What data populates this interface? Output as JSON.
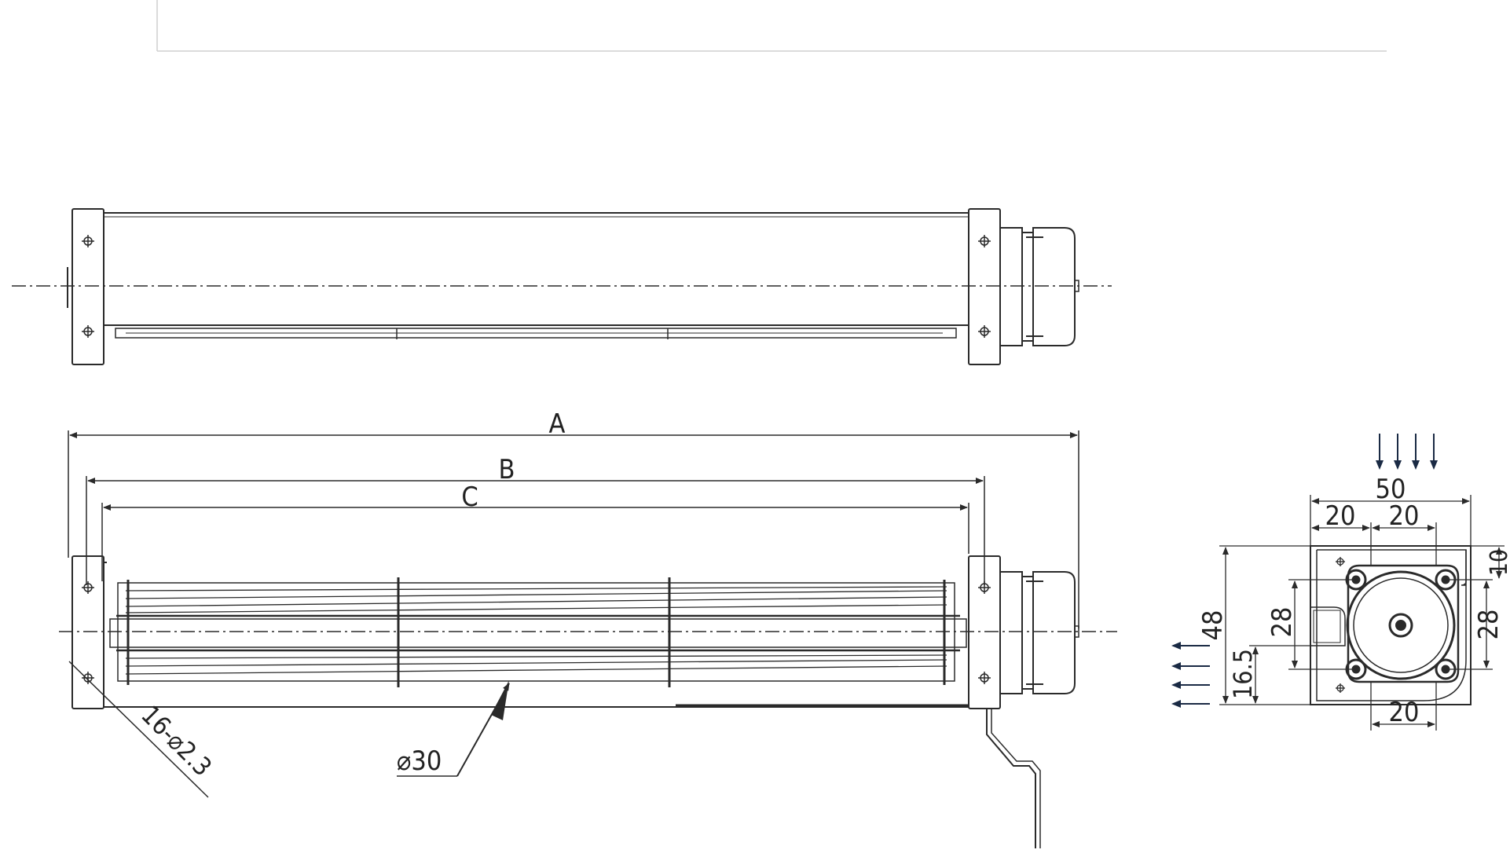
{
  "dimensions": {
    "overall_length": "A",
    "mount_length": "B",
    "impeller_length": "C",
    "impeller_diameter": "⌀30",
    "mounting_holes": "16-⌀2.3",
    "width": "50",
    "height": "48",
    "hole_spacing_top_left": "20",
    "hole_spacing_top_right": "20",
    "hole_spacing_bottom": "20",
    "vertical_inner_left": "28",
    "vertical_inner_right": "28",
    "outlet_height": "16.5",
    "top_offset": "10"
  },
  "colors": {
    "line": "#2a2a2a",
    "arrow": "#1a2a44"
  },
  "icons": {
    "airflow_in": "arrow-down-icon",
    "airflow_out": "arrow-left-icon"
  }
}
